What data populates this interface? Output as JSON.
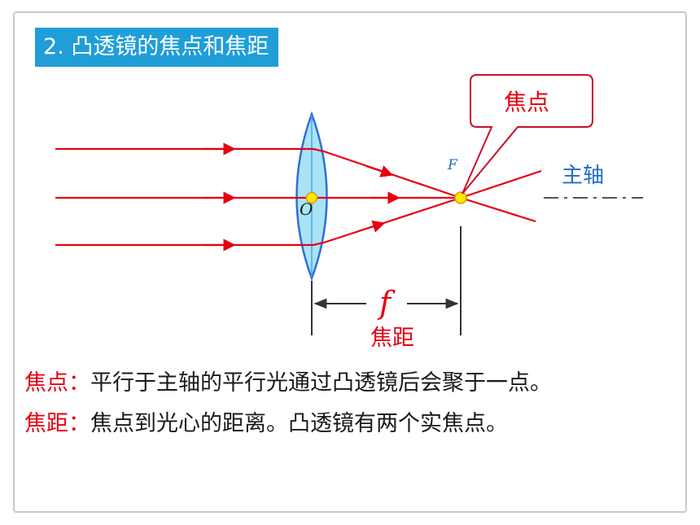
{
  "title": "2. 凸透镜的焦点和焦距",
  "diagram": {
    "callout_label": "焦点",
    "focus_symbol": "F",
    "axis_label": "主轴",
    "center_symbol": "O",
    "focal_symbol": "f",
    "focal_length_label": "焦距",
    "colors": {
      "ray": "#e60012",
      "lens_fill": "#a8e4f5",
      "lens_stroke": "#2f6fd6",
      "axis_label": "#1f6fc4",
      "point_fill": "#ffe600",
      "title_bg": "#1f9ed8"
    }
  },
  "definitions": [
    {
      "term": "焦点",
      "colon": "：",
      "text": "平行于主轴的平行光通过凸透镜后会聚于一点。"
    },
    {
      "term": "焦距",
      "colon": "：",
      "text": "焦点到光心的距离。凸透镜有两个实焦点。"
    }
  ]
}
